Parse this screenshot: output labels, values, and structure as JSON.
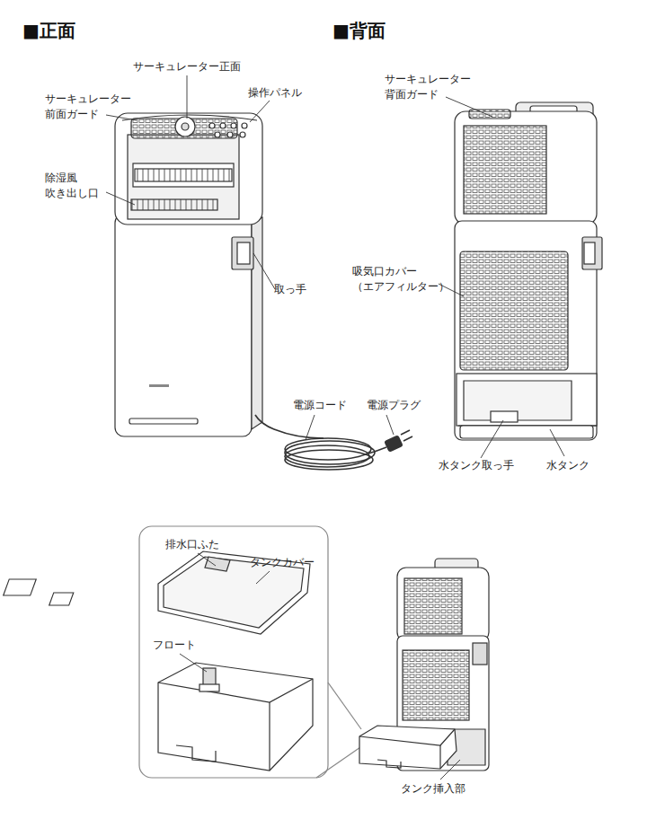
{
  "diagram": {
    "labels": [
      "■正面",
      "■背面",
      "サーキュレーター正面",
      "操作パネル",
      "サーキュレーター 前面ガード",
      "除湿風 吹き出し口",
      "取っ手",
      "電源コード",
      "電源プラグ",
      "サーキュレーター 背面ガード",
      "吸気口カバー （エアフィルター）",
      "水タンク取っ手",
      "水タンク",
      "排水口ふた",
      "タンクカバー",
      "フロート",
      "タンク挿入部"
    ]
  }
}
